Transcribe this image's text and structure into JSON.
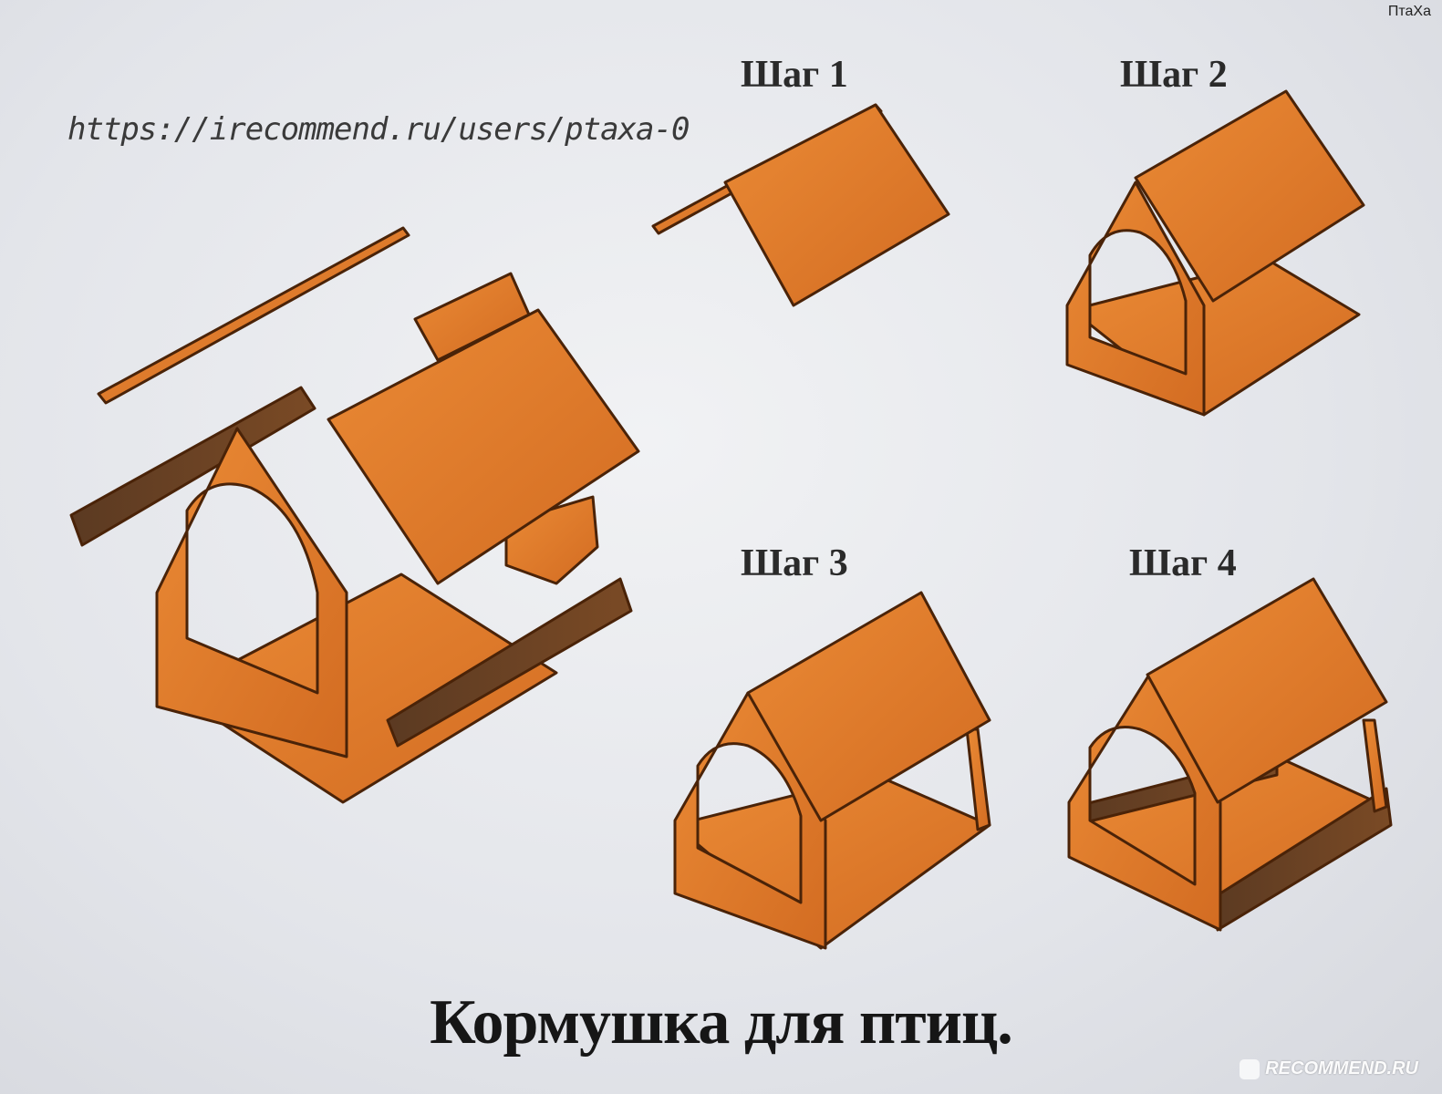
{
  "corner_label": "ПтаХа",
  "watermark_url": "https://irecommend.ru/users/ptaxa-0",
  "steps": [
    {
      "label": "Шаг 1"
    },
    {
      "label": "Шаг 2"
    },
    {
      "label": "Шаг 3"
    },
    {
      "label": "Шаг 4"
    }
  ],
  "title": "Кормушка для птиц.",
  "site_logo": "RECOMMEND.RU",
  "colors": {
    "wood": "#e07a2a",
    "wood_dark": "#b4571a",
    "wood_edge": "#6b3410",
    "paper": "#eceef1"
  }
}
